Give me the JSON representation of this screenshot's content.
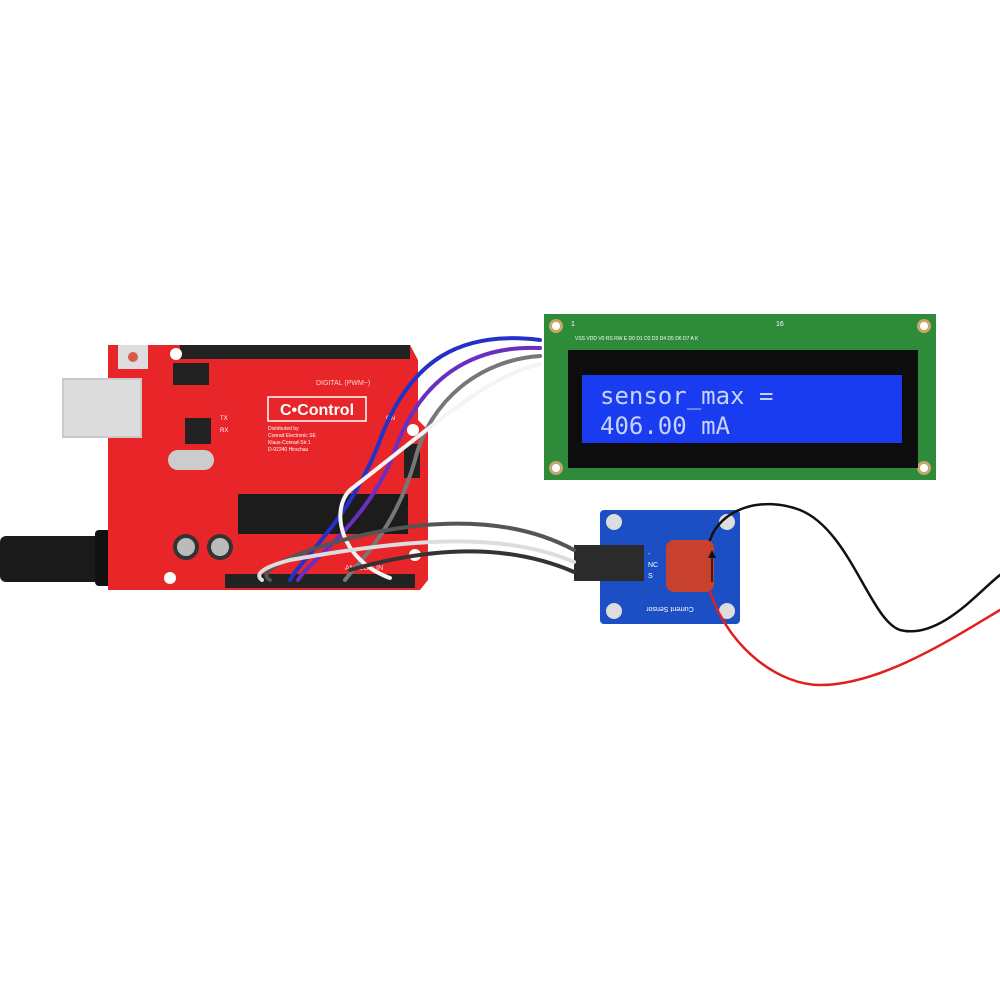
{
  "lcd": {
    "line1": "sensor_max =",
    "line2": "406.00  mA",
    "pin_first": "1",
    "pin_last": "16",
    "pin_labels": "VSS VDD V0 RS RW E D0 D1 D2 D3 D4 D5 D6 D7 A K",
    "backlight_color": "#1a3cf0",
    "pcb_color": "#2e8b3a"
  },
  "arduino": {
    "brand": "C•Control",
    "digital_label": "DIGITAL (PWM~)",
    "analog_label": "ANALOG IN",
    "on_label": "ON",
    "tx_label": "TX",
    "rx_label": "RX",
    "distributor": [
      "Distributed by",
      "Conrad Electronic SE",
      "Klaus-Conrad-Str.1",
      "D-92240 Hirschau"
    ],
    "pcb_color": "#e8262a"
  },
  "sensor": {
    "name": "Current Sensor",
    "pins": [
      "-",
      "NC",
      "S"
    ],
    "pcb_color": "#1d4fc4",
    "core_color": "#c8412e"
  }
}
